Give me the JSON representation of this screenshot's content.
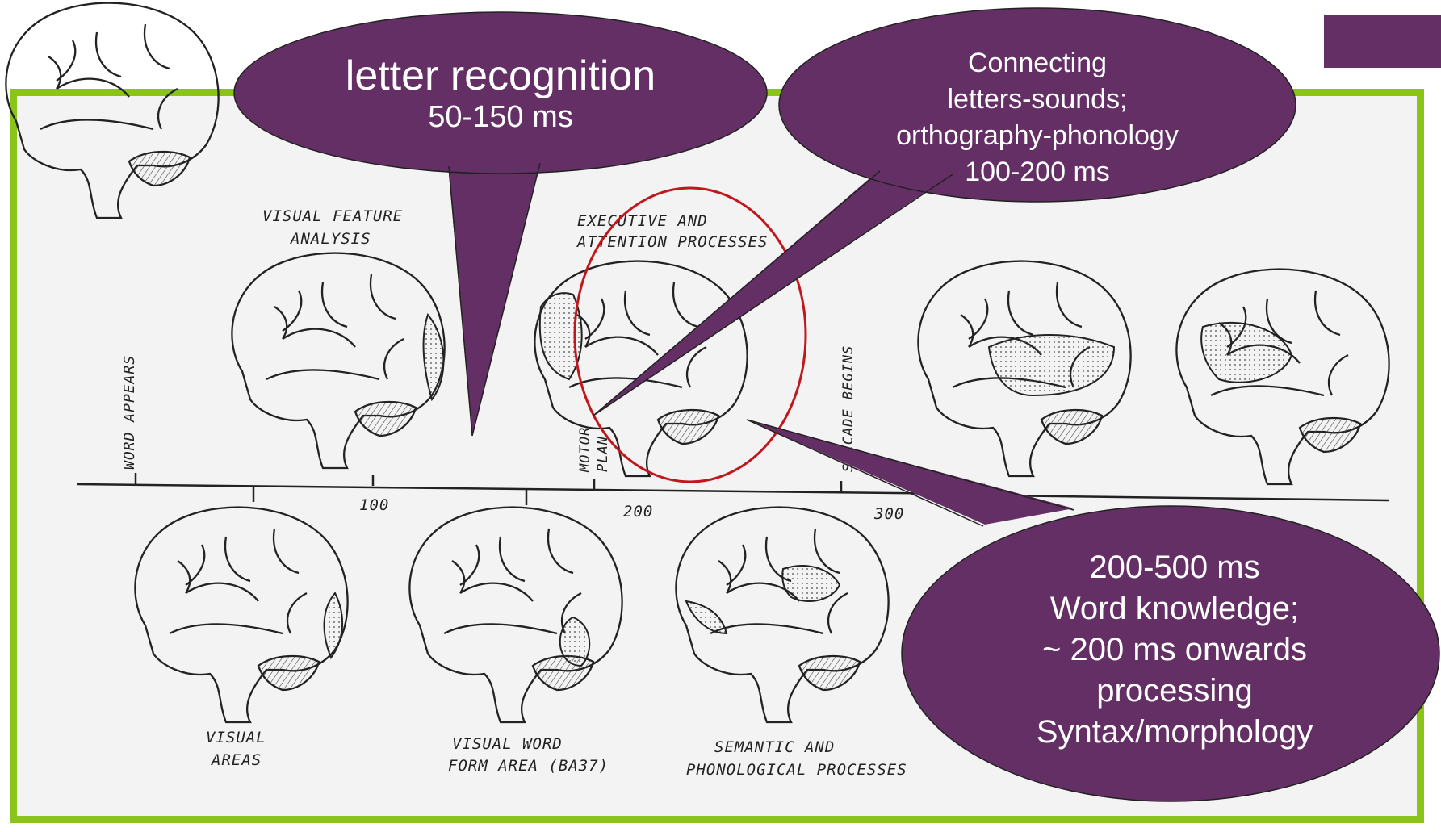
{
  "callouts": {
    "letter": {
      "title": "letter recognition",
      "time": "50-150 ms"
    },
    "connecting": {
      "line1": "Connecting",
      "line2": "letters-sounds;",
      "line3": "orthography-phonology",
      "line4": "100-200 ms"
    },
    "word": {
      "line1": "200-500 ms",
      "line2": "Word knowledge;",
      "line3": "~ 200 ms onwards",
      "line4": "processing",
      "line5": "Syntax/morphology"
    }
  },
  "diagram": {
    "labels": {
      "visual_feature_1": "VISUAL FEATURE",
      "visual_feature_2": "ANALYSIS",
      "executive_1": "EXECUTIVE AND",
      "executive_2": "ATTENTION PROCESSES",
      "word_appears": "WORD APPEARS",
      "motor_plan_1": "MOTOR",
      "motor_plan_2": "PLAN",
      "saccade": "SACCADE BEGINS",
      "visual_areas_1": "VISUAL",
      "visual_areas_2": "AREAS",
      "vwfa_1": "VISUAL WORD",
      "vwfa_2": "FORM AREA (BA37)",
      "semantic_1": "SEMANTIC AND",
      "semantic_2": "PHONOLOGICAL PROCESSES"
    },
    "ticks": {
      "t100": "100",
      "t200": "200",
      "t300": "300"
    }
  },
  "colors": {
    "bubble": "#642f64",
    "frame": "#8ac31a",
    "circle": "#c0171c"
  }
}
